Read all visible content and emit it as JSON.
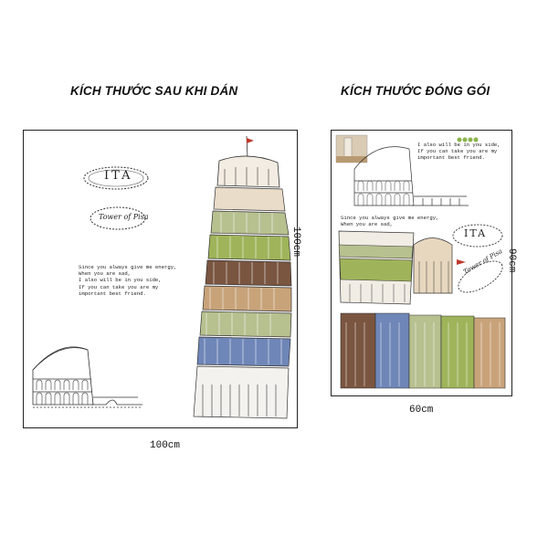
{
  "headings": {
    "after": "KÍCH THƯỚC SAU KHI DÁN",
    "packaged": "KÍCH THƯỚC ĐÓNG GÓI"
  },
  "dimensions": {
    "left_width": "100cm",
    "left_height": "100cm",
    "right_width": "60cm",
    "right_height": "90cm"
  },
  "decal": {
    "cloud_ita": "ITA",
    "cloud_tower": "Tower of Pisa",
    "quote_lines": [
      "Since you always give me energy,",
      "When you are sad,",
      "I also will be in you side,",
      "If you can take you are my",
      "important best friend."
    ],
    "quote_top_lines": [
      "I also will be in you side,",
      "If you can take you are my",
      "important best friend."
    ],
    "quote_mid_lines": [
      "Since you always give me energy,",
      "When you are sad,"
    ]
  },
  "colors": {
    "blue": "#6f86b8",
    "green": "#9fb45a",
    "brown": "#7a5540",
    "tan": "#c8a37a",
    "sage": "#b7c08f",
    "flag": "#c0392b"
  }
}
